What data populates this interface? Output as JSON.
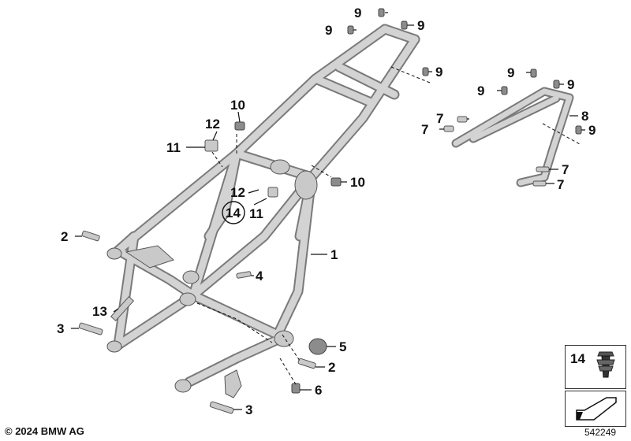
{
  "copyright": "© 2024 BMW AG",
  "reference_number": "542249",
  "legend": {
    "item_number": "14"
  },
  "callouts": {
    "c1": "1",
    "c2a": "2",
    "c2b": "2",
    "c3a": "3",
    "c3b": "3",
    "c4": "4",
    "c5": "5",
    "c6": "6",
    "c7a": "7",
    "c7b": "7",
    "c7c": "7",
    "c7d": "7",
    "c8": "8",
    "c9a": "9",
    "c9b": "9",
    "c9c": "9",
    "c9d": "9",
    "c9e": "9",
    "c9f": "9",
    "c9g": "9",
    "c9h": "9",
    "c10a": "10",
    "c10b": "10",
    "c11a": "11",
    "c11b": "11",
    "c12a": "12",
    "c12b": "12",
    "c13": "13",
    "c14": "14"
  },
  "colors": {
    "tube_outline": "#7a7a7a",
    "tube_fill": "#d3d3d3",
    "ink": "#111111"
  }
}
